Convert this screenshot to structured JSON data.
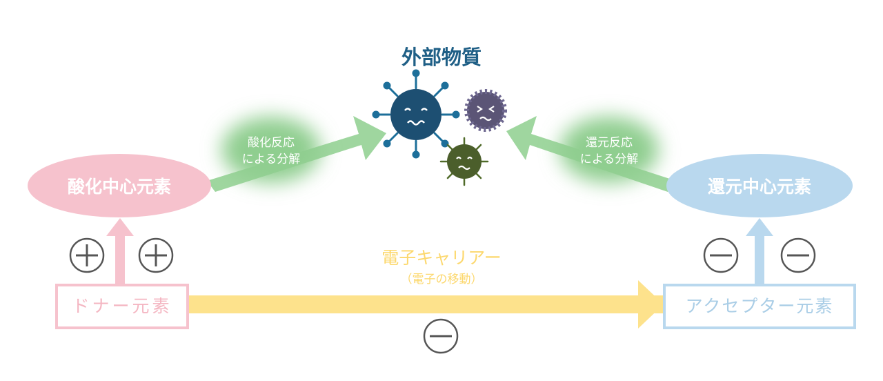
{
  "title": "外部物質",
  "oxidation_center": "酸化中心元素",
  "reduction_center": "還元中心元素",
  "oxidation_reaction": {
    "line1": "酸化反応",
    "line2": "による分解"
  },
  "reduction_reaction": {
    "line1": "還元反応",
    "line2": "による分解"
  },
  "donor": "ドナー元素",
  "acceptor": "アクセプター元素",
  "carrier": {
    "line1": "電子キャリアー",
    "line2": "（電子の移動）"
  },
  "plus_sign": "+",
  "minus_sign": "−",
  "colors": {
    "pink": "#f6c9d2",
    "pink_text": "#f4b6c2",
    "blue": "#bcd9ee",
    "blue_text": "#a9cde6",
    "green": "#8fce8f",
    "yellow": "#fde28c",
    "title": "#1f5f86",
    "virus_blue": "#1d4f72",
    "virus_purple": "#5b5576",
    "virus_green": "#4b5e2b"
  }
}
